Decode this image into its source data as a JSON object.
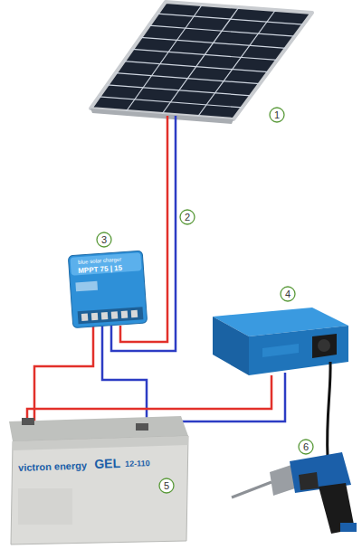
{
  "diagram": {
    "nodes": [
      {
        "text": [
          "1"
        ]
      },
      {
        "text": [
          "2"
        ]
      },
      {
        "text": [
          "3"
        ]
      },
      {
        "text": [
          "4"
        ]
      },
      {
        "text": [
          "5"
        ]
      },
      {
        "text": [
          "6"
        ]
      }
    ],
    "labels": [
      "blue solar charger",
      "MPPT 75 | 15",
      "victron energy",
      "GEL",
      "12-110"
    ]
  }
}
